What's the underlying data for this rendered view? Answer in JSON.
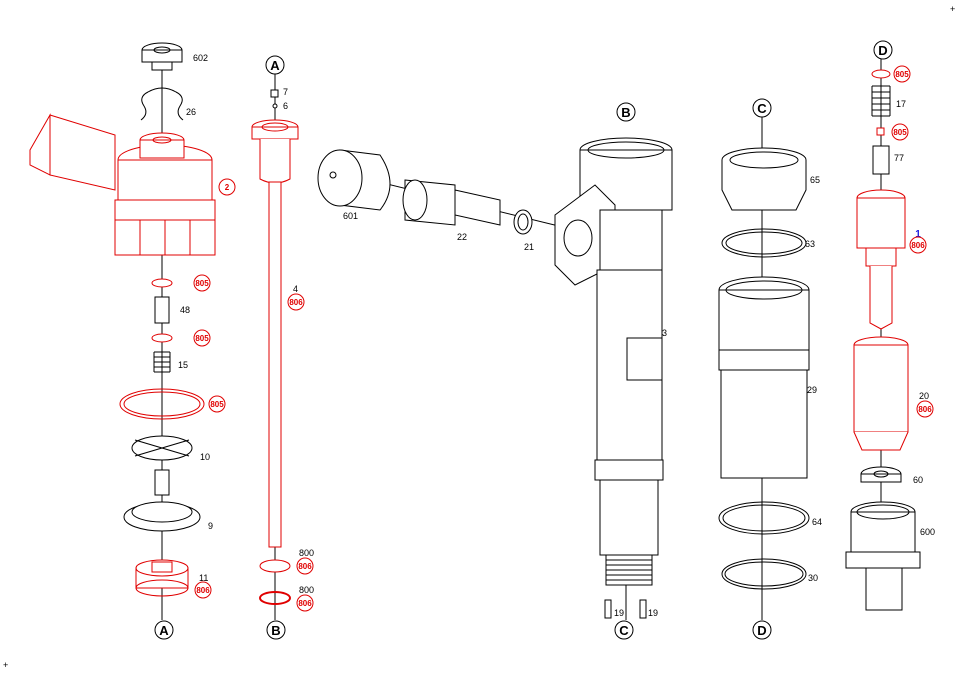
{
  "corner_marks": [
    "+",
    "+"
  ],
  "refs": {
    "a_top": "A",
    "a_bottom": "A",
    "b_top": "B",
    "b_bottom": "B",
    "c_top": "C",
    "c_bottom": "C",
    "d_top": "D",
    "d_bottom": "D"
  },
  "col1": {
    "p602": "602",
    "p26": "26",
    "p2": "2",
    "p805a": "805",
    "p48": "48",
    "p805b": "805",
    "p15": "15",
    "p805c": "805",
    "p10": "10",
    "p9": "9",
    "p11": "11",
    "p806": "806"
  },
  "col2": {
    "p7": "7",
    "p6": "6",
    "p4": "4",
    "p806a": "806",
    "p800a": "800",
    "p806b": "806",
    "p800b": "800",
    "p806c": "806"
  },
  "col3": {
    "p601": "601",
    "p22": "22",
    "p21": "21"
  },
  "col4": {
    "p3": "3",
    "p19a": "19",
    "p19b": "19"
  },
  "col5": {
    "p65": "65",
    "p63": "63",
    "p29": "29",
    "p64": "64",
    "p30": "30"
  },
  "col6": {
    "p805a": "805",
    "p17": "17",
    "p805b": "805",
    "p77": "77",
    "p1": "1",
    "p806a": "806",
    "p20": "20",
    "p806b": "806",
    "p60": "60",
    "p600": "600"
  },
  "colors": {
    "highlight": "#e00000",
    "outline": "#000000",
    "blue_label": "#1a1ae0"
  }
}
